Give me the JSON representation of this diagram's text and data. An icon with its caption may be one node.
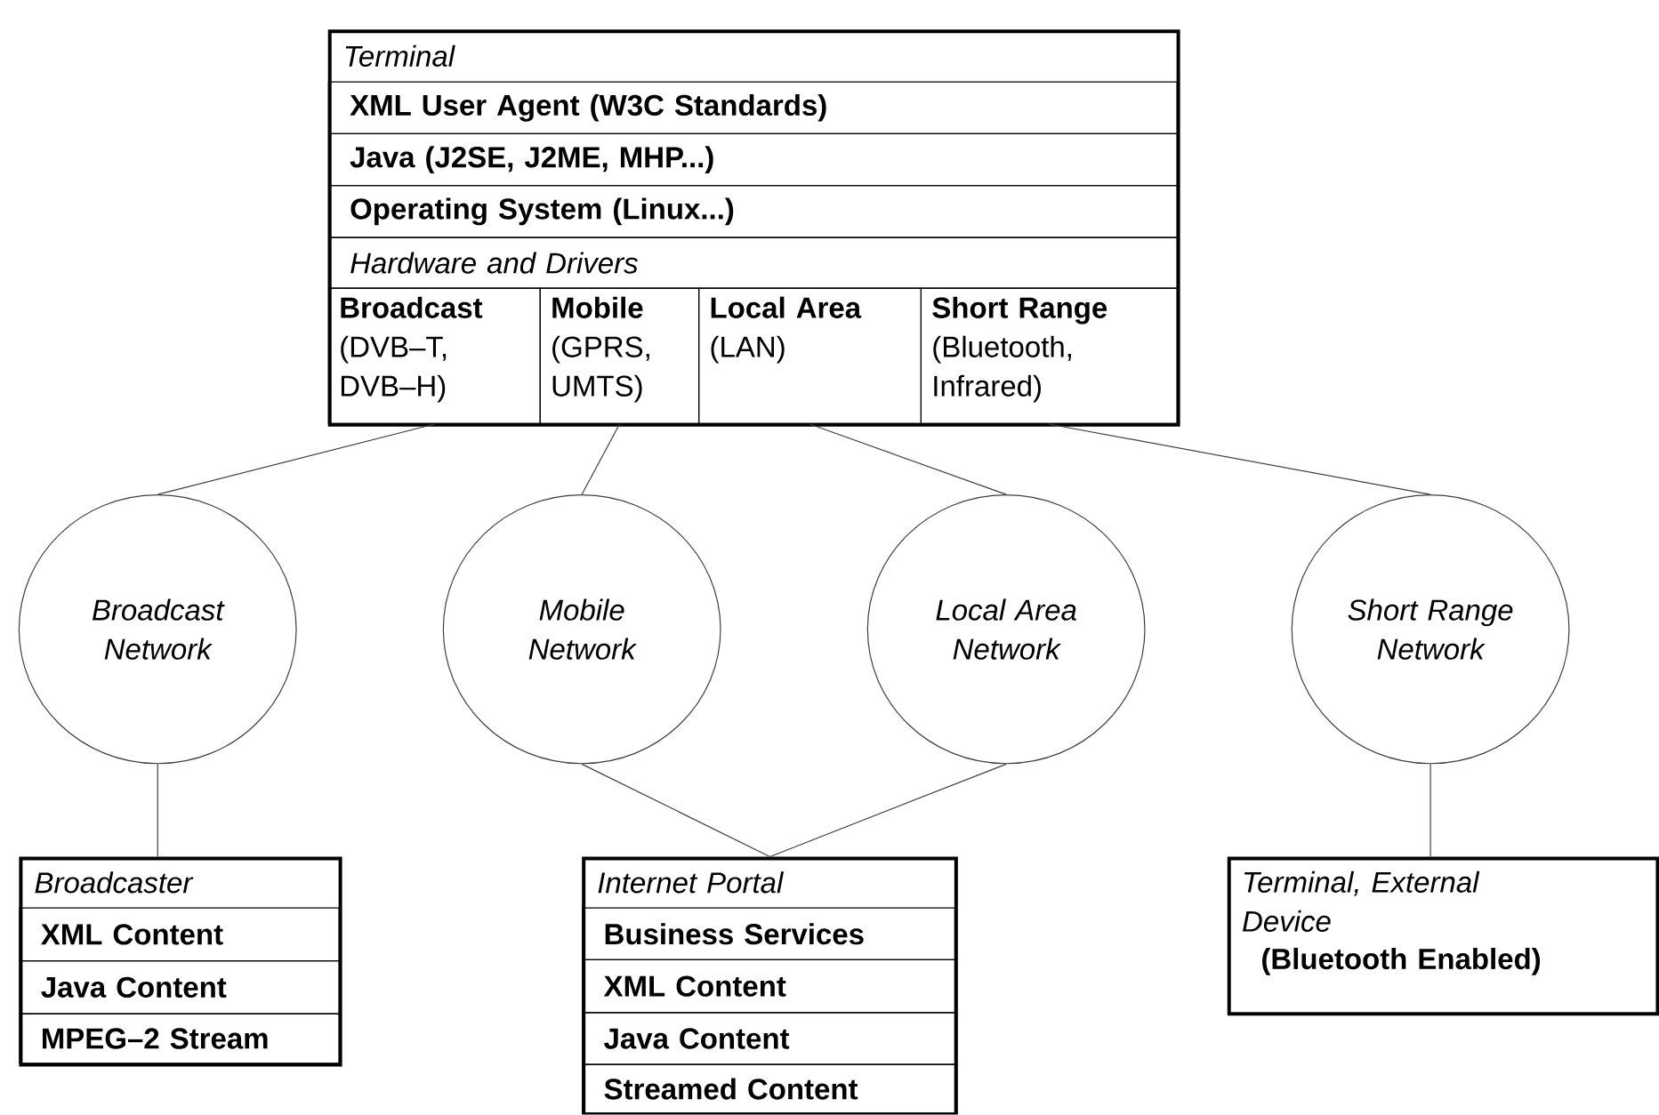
{
  "diagram": {
    "nodes": [
      {
        "text": [
          "Terminal"
        ]
      },
      {
        "text": [
          "XML User Agent (W3C Standards)"
        ],
        "in": 0
      },
      {
        "text": [
          "Java (J2SE, J2ME, MHP...)"
        ],
        "in": 0
      },
      {
        "text": [
          "Operating System (Linux...)"
        ],
        "in": 0
      },
      {
        "text": [
          "Hardware and Drivers"
        ],
        "in": 0
      },
      {
        "text": [
          "Broadcast",
          "(DVB–T, DVB–H)"
        ],
        "in": 0
      },
      {
        "text": [
          "Mobile",
          "(GPRS, UMTS)"
        ],
        "in": 0
      },
      {
        "text": [
          "Local Area",
          "(LAN)"
        ],
        "in": 0
      },
      {
        "text": [
          "Short Range",
          "(Bluetooth, Infrared)"
        ],
        "in": 0
      },
      {
        "text": [
          "Broadcast Network"
        ]
      },
      {
        "text": [
          "Mobile Network"
        ]
      },
      {
        "text": [
          "Local Area Network"
        ]
      },
      {
        "text": [
          "Short Range Network"
        ]
      },
      {
        "text": [
          "Broadcaster"
        ]
      },
      {
        "text": [
          "XML Content"
        ],
        "in": 13
      },
      {
        "text": [
          "Java Content"
        ],
        "in": 13
      },
      {
        "text": [
          "MPEG–2 Stream"
        ],
        "in": 13
      },
      {
        "text": [
          "Internet Portal"
        ]
      },
      {
        "text": [
          "Business Services"
        ],
        "in": 17
      },
      {
        "text": [
          "XML Content"
        ],
        "in": 17
      },
      {
        "text": [
          "Java Content"
        ],
        "in": 17
      },
      {
        "text": [
          "Streamed Content"
        ],
        "in": 17
      },
      {
        "text": [
          "Terminal, External Device",
          "(Bluetooth Enabled)"
        ]
      }
    ],
    "edges": [
      {
        "from": 5,
        "to": 9,
        "arrow": "none"
      },
      {
        "from": 6,
        "to": 10,
        "arrow": "none"
      },
      {
        "from": 7,
        "to": 11,
        "arrow": "none"
      },
      {
        "from": 8,
        "to": 12,
        "arrow": "none"
      },
      {
        "from": 9,
        "to": 13,
        "arrow": "none"
      },
      {
        "from": 10,
        "to": 17,
        "arrow": "none"
      },
      {
        "from": 11,
        "to": 17,
        "arrow": "none"
      },
      {
        "from": 12,
        "to": 22,
        "arrow": "none"
      }
    ]
  }
}
